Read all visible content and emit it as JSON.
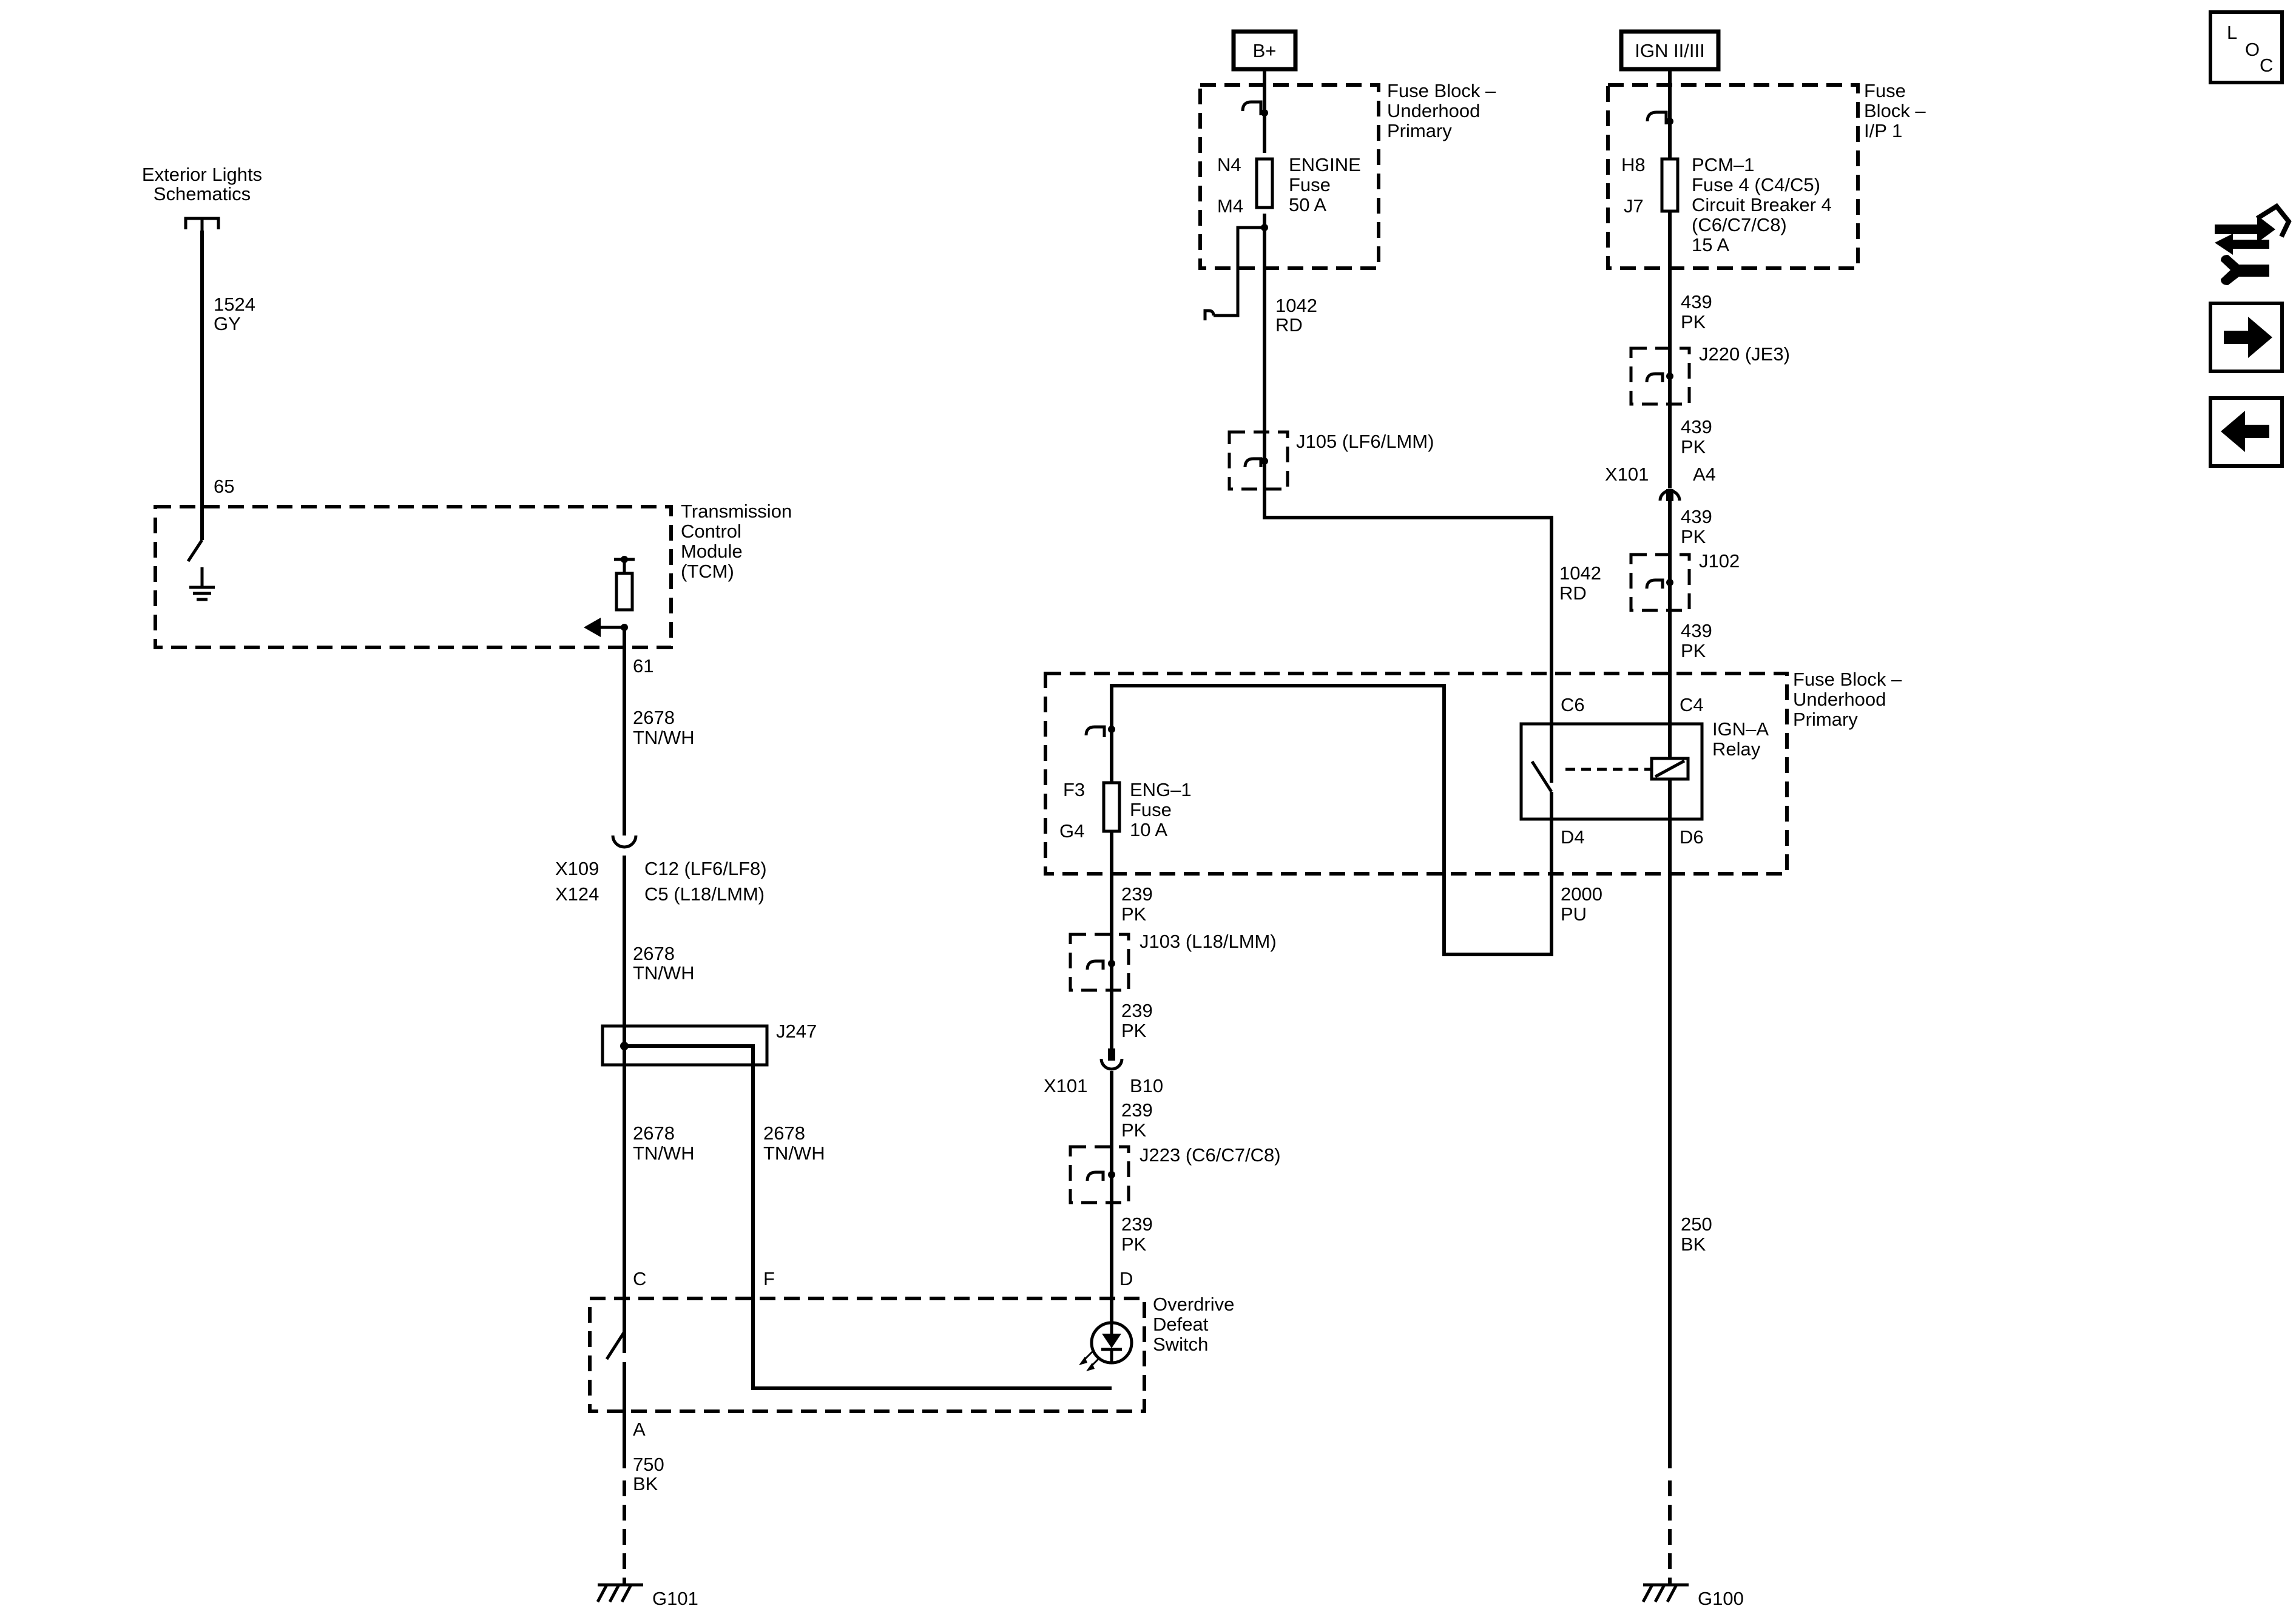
{
  "power": {
    "bplus": "B+",
    "ign": "IGN II/III"
  },
  "ext": {
    "l1": "Exterior Lights",
    "l2": "Schematics"
  },
  "circ1524": {
    "num": "1524",
    "color": "GY"
  },
  "tcm": {
    "pin65": "65",
    "pin61": "61",
    "l1": "Transmission",
    "l2": "Control",
    "l3": "Module",
    "l4": "(TCM)"
  },
  "c2678": {
    "num": "2678",
    "color": "TN/WH"
  },
  "x109": {
    "name": "X109",
    "pin": "C12 (LF6/LF8)"
  },
  "x124": {
    "name": "X124",
    "pin": "C5 (L18/LMM)"
  },
  "j247": "J247",
  "ods": {
    "c": "C",
    "f": "F",
    "d": "D",
    "a": "A",
    "l1": "Overdrive",
    "l2": "Defeat",
    "l3": "Switch"
  },
  "c750": {
    "num": "750",
    "color": "BK"
  },
  "g101": "G101",
  "g100": "G100",
  "fbuh": {
    "l1": "Fuse Block –",
    "l2": "Underhood",
    "l3": "Primary"
  },
  "engfuse": {
    "n4": "N4",
    "m4": "M4",
    "l1": "ENGINE",
    "l2": "Fuse",
    "l3": "50 A"
  },
  "c1042": {
    "num": "1042",
    "color": "RD"
  },
  "j105": "J105 (LF6/LMM)",
  "fbip": {
    "l1": "Fuse",
    "l2": "Block –",
    "l3": "I/P 1"
  },
  "pcm": {
    "h8": "H8",
    "j7": "J7",
    "l1": "PCM–1",
    "l2": "Fuse 4 (C4/C5)",
    "l3": "Circuit Breaker 4",
    "l4": "(C6/C7/C8)",
    "l5": "15 A"
  },
  "c439": {
    "num": "439",
    "color": "PK"
  },
  "j220": "J220 (JE3)",
  "x101": {
    "name": "X101",
    "a4": "A4",
    "b10": "B10"
  },
  "j102": "J102",
  "relay": {
    "c6": "C6",
    "c4": "C4",
    "d4": "D4",
    "d6": "D6",
    "l1": "IGN–A",
    "l2": "Relay"
  },
  "eng1": {
    "f3": "F3",
    "g4": "G4",
    "l1": "ENG–1",
    "l2": "Fuse",
    "l3": "10 A"
  },
  "c239": {
    "num": "239",
    "color": "PK"
  },
  "j103": "J103 (L18/LMM)",
  "j223": "J223 (C6/C7/C8)",
  "c2000": {
    "num": "2000",
    "color": "PU"
  },
  "c250": {
    "num": "250",
    "color": "BK"
  },
  "loc": {
    "l": "L",
    "o": "O",
    "c": "C"
  },
  "icons": [
    "loc-icon",
    "pinout-tool-icon",
    "next-page-arrow-icon",
    "previous-page-arrow-icon"
  ]
}
